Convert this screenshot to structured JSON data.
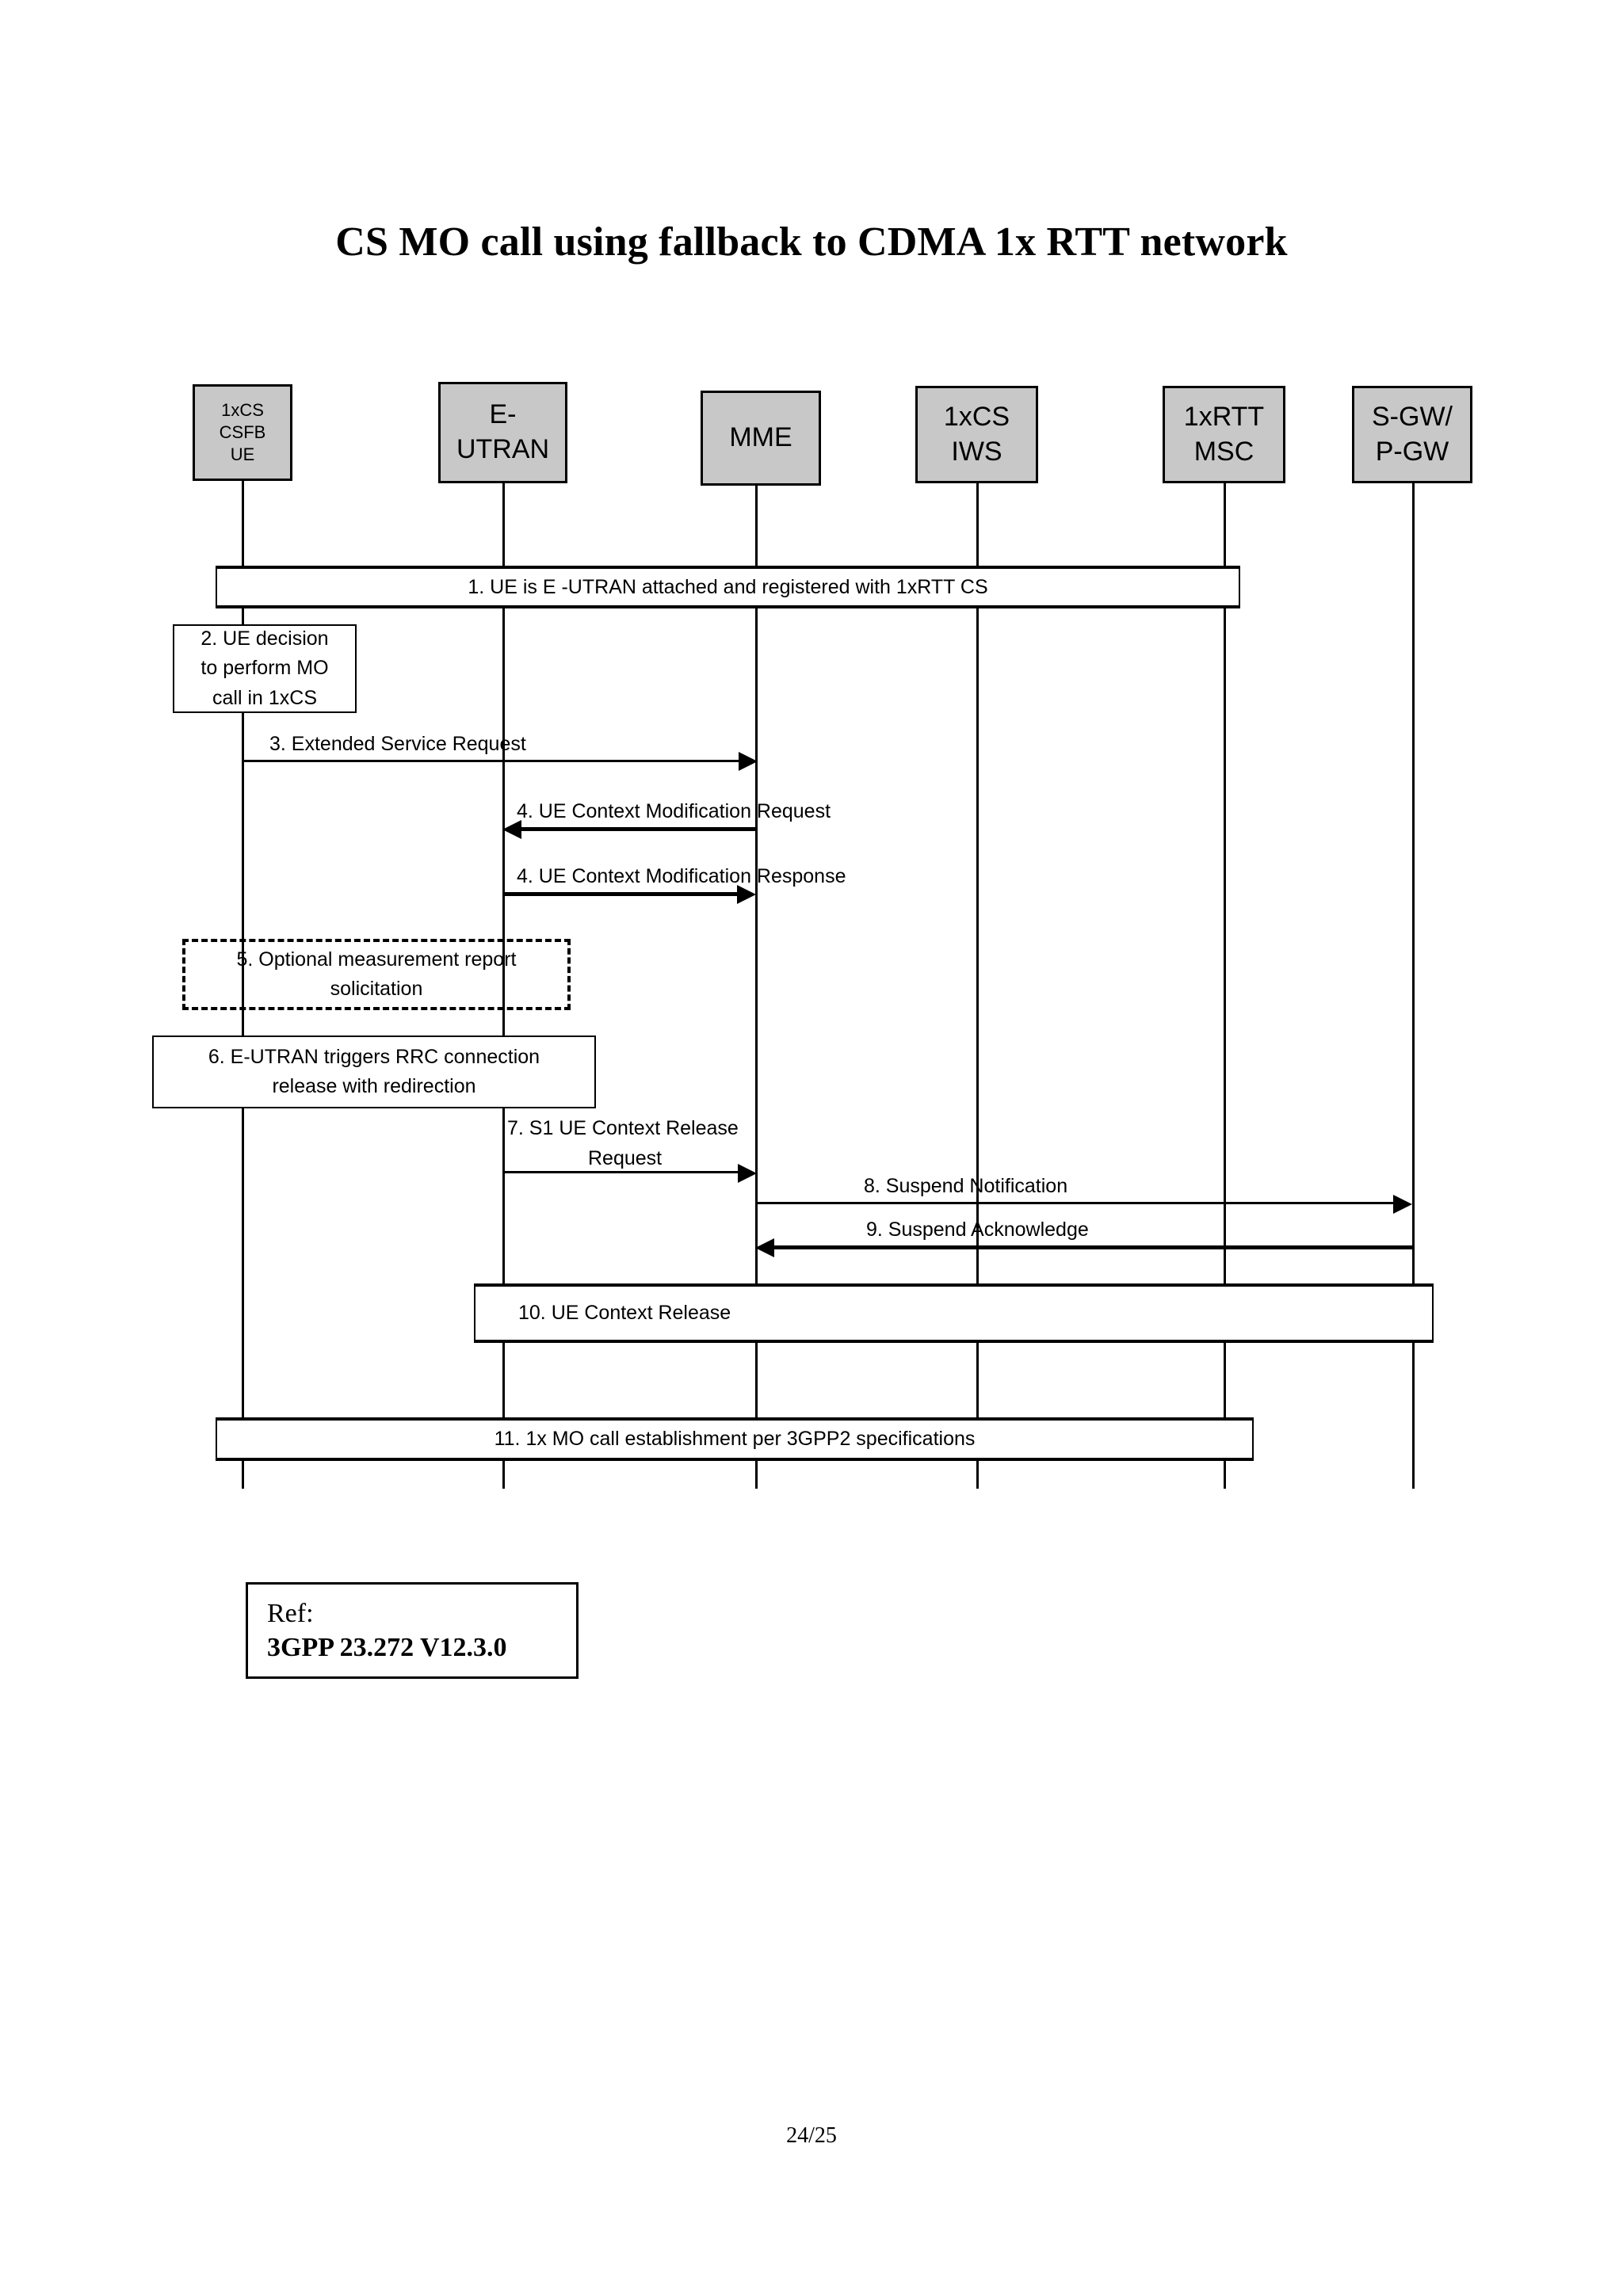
{
  "document": {
    "title": "CS MO call using fallback to CDMA 1x RTT network",
    "footer_page": "24/25"
  },
  "reference": {
    "label": "Ref:",
    "value": "3GPP 23.272 V12.3.0"
  },
  "colors": {
    "actor_fill": "#c8c8c8",
    "stroke": "#000000",
    "background": "#ffffff"
  },
  "lifelines": [
    {
      "id": "ue",
      "lines": [
        "1xCS",
        "CSFB",
        "UE"
      ],
      "size": "small"
    },
    {
      "id": "eutran",
      "lines": [
        "E-",
        "UTRAN"
      ],
      "size": "big"
    },
    {
      "id": "mme",
      "lines": [
        "MME"
      ],
      "size": "big"
    },
    {
      "id": "iws",
      "lines": [
        "1xCS",
        "IWS"
      ],
      "size": "big"
    },
    {
      "id": "msc",
      "lines": [
        "1xRTT",
        "MSC"
      ],
      "size": "big"
    },
    {
      "id": "gw",
      "lines": [
        "S-GW/",
        "P-GW"
      ],
      "size": "big"
    }
  ],
  "steps": [
    {
      "num": "1",
      "kind": "band",
      "text": "1. UE is E -UTRAN attached and registered with    1xRTT CS",
      "from": "ue",
      "to": "msc",
      "align": "center"
    },
    {
      "num": "2",
      "kind": "note",
      "lines": [
        "2. UE decision",
        "to perform MO",
        "call in  1xCS"
      ],
      "on": "ue",
      "style": "solid"
    },
    {
      "num": "3",
      "kind": "message",
      "text": "3. Extended  Service Request",
      "from": "ue",
      "to": "mme",
      "direction": "right"
    },
    {
      "num": "4a",
      "kind": "message",
      "text": "4. UE Context Modification Request",
      "from": "mme",
      "to": "eutran",
      "direction": "left"
    },
    {
      "num": "4b",
      "kind": "message",
      "text": "4. UE Context Modification Response",
      "from": "eutran",
      "to": "mme",
      "direction": "right"
    },
    {
      "num": "5",
      "kind": "note",
      "lines": [
        "5. Optional measurement report",
        "solicitation"
      ],
      "from": "ue",
      "to": "eutran",
      "style": "dashed"
    },
    {
      "num": "6",
      "kind": "note",
      "lines": [
        "6. E-UTRAN triggers RRC connection",
        "release with redirection"
      ],
      "from": "ue",
      "to": "eutran",
      "style": "solid"
    },
    {
      "num": "7",
      "kind": "message",
      "lines": [
        "7. S1 UE Context Release",
        "Request"
      ],
      "from": "eutran",
      "to": "mme",
      "direction": "right"
    },
    {
      "num": "8",
      "kind": "message",
      "text": "8. Suspend Notification",
      "from": "mme",
      "to": "gw",
      "direction": "right"
    },
    {
      "num": "9",
      "kind": "message",
      "text": "9. Suspend Acknowledge",
      "from": "gw",
      "to": "mme",
      "direction": "left"
    },
    {
      "num": "10",
      "kind": "band",
      "text": "10. UE Context Release",
      "from": "eutran",
      "to": "gw",
      "align": "left"
    },
    {
      "num": "11",
      "kind": "band",
      "text": "11. 1x MO call establishment per    3GPP2 specifications",
      "from": "ue",
      "to": "msc",
      "align": "center"
    }
  ]
}
